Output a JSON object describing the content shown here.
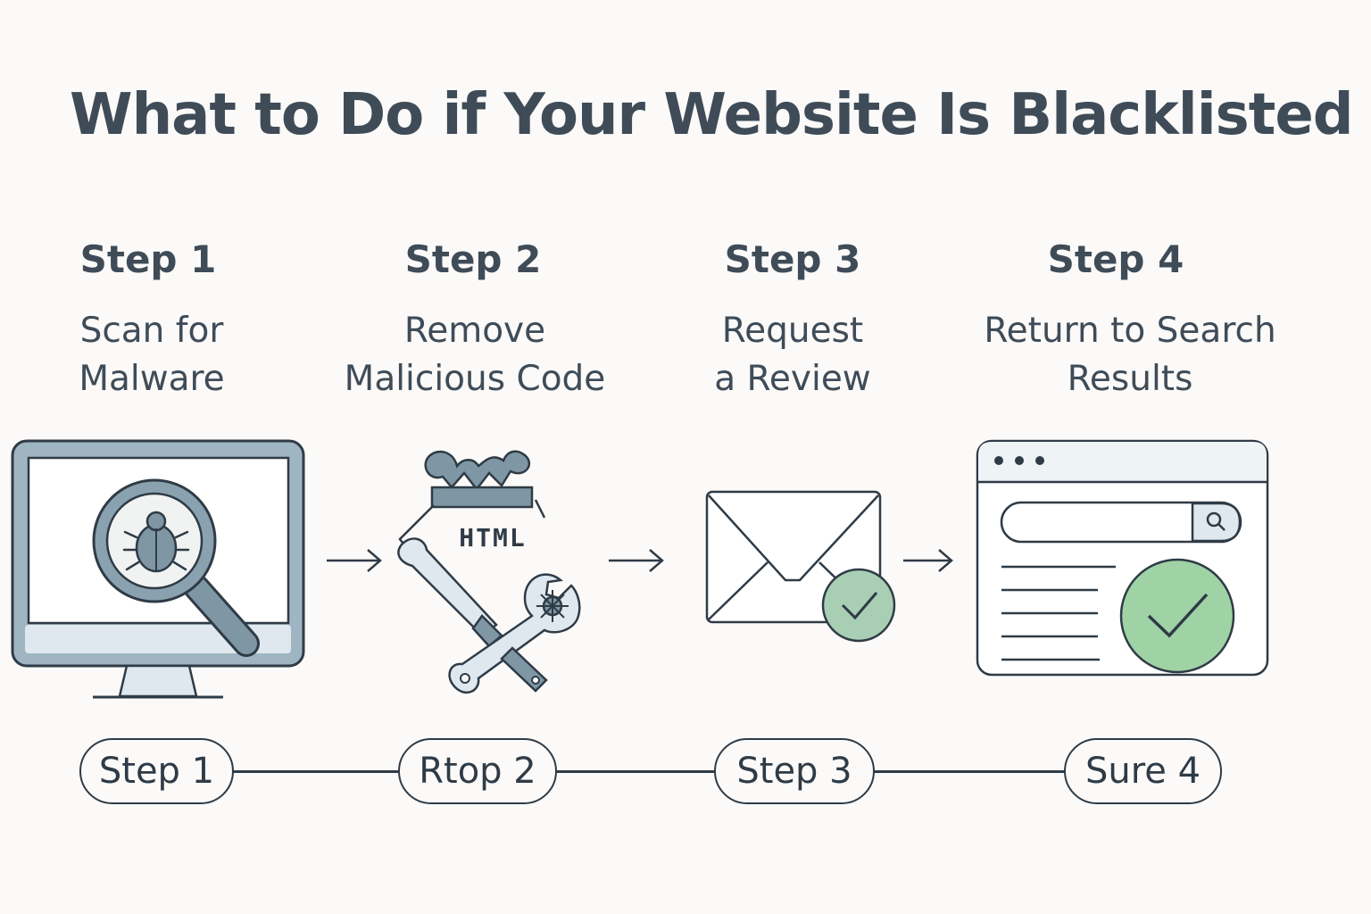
{
  "title": "What to Do if Your Website Is Blacklisted",
  "steps": [
    {
      "heading": "Step 1",
      "line1": "Scan for",
      "line2": "Malware",
      "icon": "monitor-magnifier-bug-icon"
    },
    {
      "heading": "Step 2",
      "line1": "Remove",
      "line2": "Malicious Code",
      "icon": "html-wrench-icon",
      "icon_text": "HTML"
    },
    {
      "heading": "Step 3",
      "line1": "Request",
      "line2": "a Review",
      "icon": "envelope-check-icon"
    },
    {
      "heading": "Step 4",
      "line1": "Return to Search",
      "line2": "Results",
      "icon": "browser-search-check-icon"
    }
  ],
  "timeline": [
    "Step 1",
    "Rtop 2",
    "Step 3",
    "Sure 4"
  ],
  "colors": {
    "text": "#3f4c58",
    "outline": "#2f3b46",
    "icon_fill": "#7f97a4",
    "icon_light": "#dfe8ee",
    "check_light": "#9fd3a6",
    "check_muted": "#a8cfb4",
    "background": "#fbfaf8"
  }
}
